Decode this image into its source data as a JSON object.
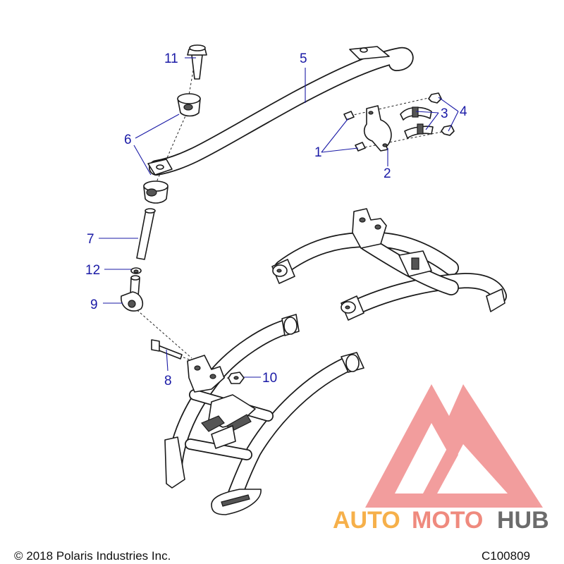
{
  "diagram": {
    "callouts": {
      "c1": "1",
      "c2": "2",
      "c3": "3",
      "c4": "4",
      "c5": "5",
      "c6": "6",
      "c7": "7",
      "c8": "8",
      "c9": "9",
      "c10": "10",
      "c11": "11",
      "c12": "12"
    },
    "footer": {
      "copyright": "© 2018 Polaris Industries Inc.",
      "code": "C100809"
    }
  },
  "watermark": {
    "part1": "AUTO",
    "part2": "MOTO",
    "part3": "HUB",
    "colors": {
      "auto": "#f6b04a",
      "moto": "#ef8a7e",
      "hub": "#6b6b6b",
      "logo": "#f08d8d"
    }
  },
  "colors": {
    "callout": "#1a1aa6",
    "line": "#1a1a1a"
  }
}
